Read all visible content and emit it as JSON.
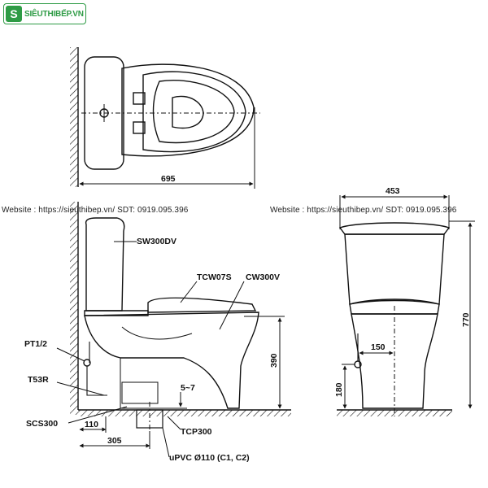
{
  "brand": {
    "logo_text": "SIÊUTHIBẾP.VN",
    "logo_glyph": "S"
  },
  "watermarks": [
    "Website : https://sieuthibep.vn/  SDT: 0919.095.396",
    "Website : https://sieuthibep.vn/  SDT: 0919.095.396"
  ],
  "top_view": {
    "length": "695"
  },
  "side_view": {
    "labels": {
      "tank": "SW300DV",
      "seat": "TCW07S",
      "bowl": "CW300V",
      "valve": "PT1/2",
      "hose": "T53R",
      "sealant": "SCS300",
      "flange": "TCP300",
      "pipe": "uPVC Ø110 (C1, C2)"
    },
    "dims": {
      "d110": "110",
      "d305": "305",
      "d5_7": "5~7",
      "d390": "390"
    }
  },
  "front_view": {
    "dims": {
      "width": "453",
      "height": "770",
      "inlet_offset": "150",
      "inlet_height": "180"
    }
  },
  "colors": {
    "line": "#111111",
    "brand_green": "#2e9b45"
  }
}
